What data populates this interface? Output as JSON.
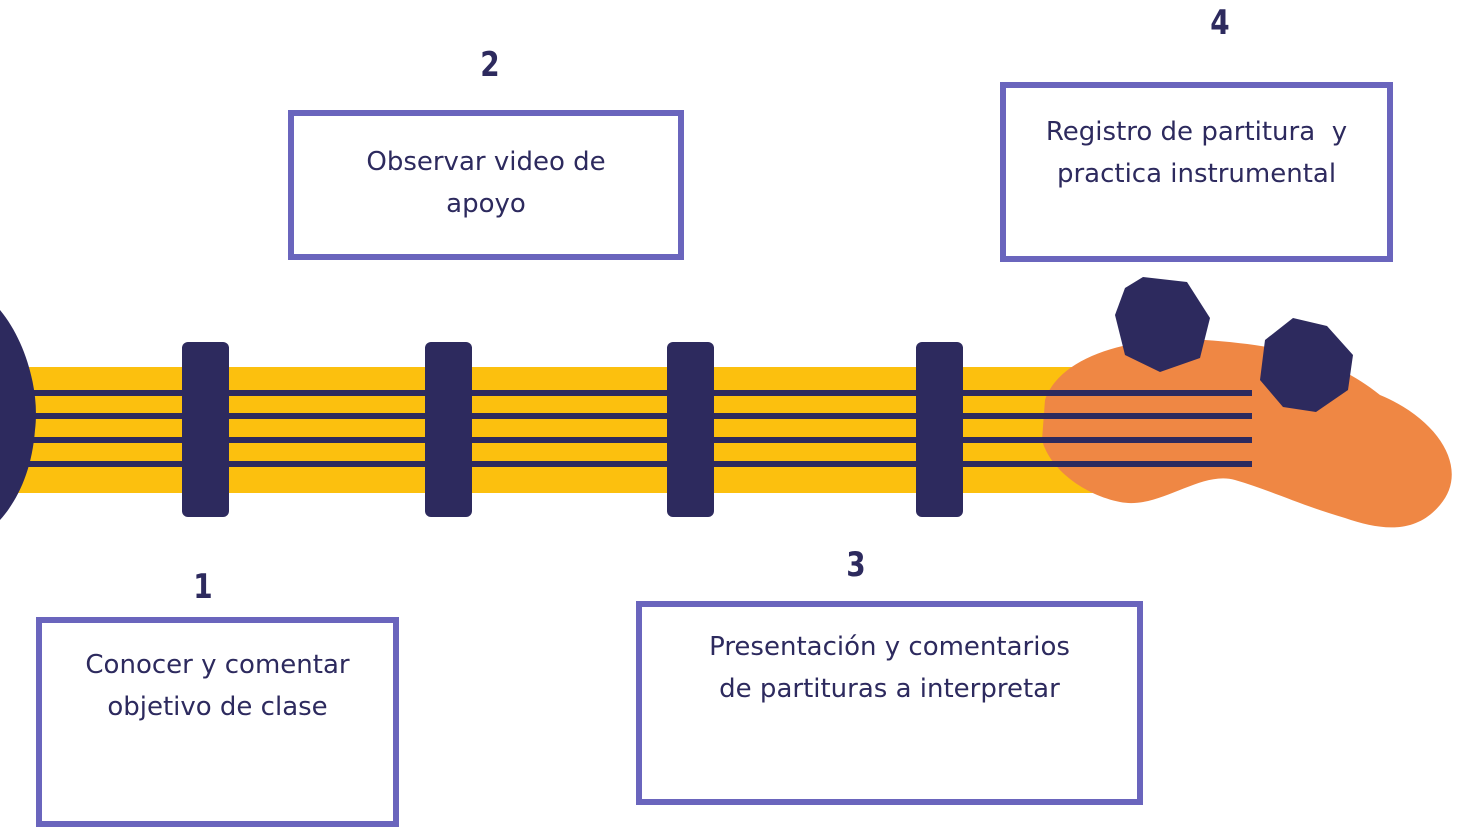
{
  "colors": {
    "fretboard": "#fcc00e",
    "frets_and_pegs": "#2d2a5e",
    "strings": "#2d2a5e",
    "headstock": "#ef8744",
    "box_border": "#6a65bd",
    "text": "#2d2a5e"
  },
  "steps": [
    {
      "number": "1",
      "text_lines": [
        "Conocer y comentar",
        "objetivo de clase"
      ]
    },
    {
      "number": "2",
      "text_lines": [
        "Observar video de",
        "apoyo"
      ]
    },
    {
      "number": "3",
      "text_lines": [
        "Presentación y comentarios",
        "de partituras a interpretar"
      ]
    },
    {
      "number": "4",
      "text_lines": [
        "Registro de partitura  y",
        "practica instrumental"
      ]
    }
  ]
}
